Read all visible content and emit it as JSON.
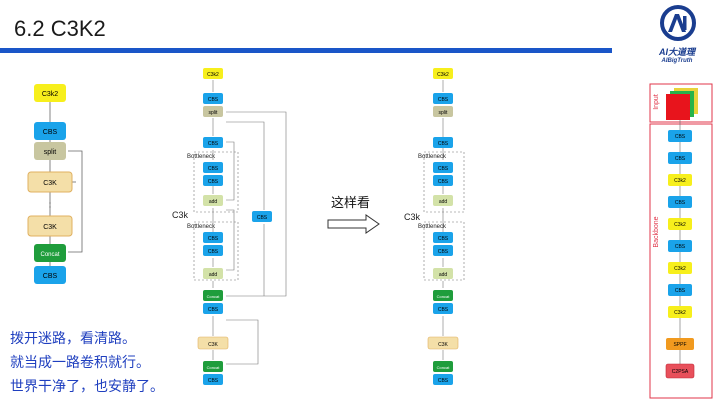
{
  "title": "6.2 C3K2",
  "logo": {
    "mark": "AI",
    "name": "AI大道理",
    "sub": "AIBigTruth"
  },
  "notes": [
    "拨开迷路，看清路。",
    "就当成一路卷积就行。",
    "世界干净了，也安静了。"
  ],
  "arrow_text": "这样看",
  "diagram_small": {
    "blocks": [
      "C3k2",
      "CBS",
      "split",
      "C3K",
      "C3K",
      "Concat",
      "CBS"
    ]
  },
  "diagram_mid": {
    "side_label": "C3k",
    "bottleneck_label": "Bottleneck",
    "blocks": [
      "C3k2",
      "CBS",
      "split",
      "CBS",
      "CBS",
      "CBS",
      "add",
      "CBS",
      "CBS",
      "add",
      "Concat",
      "CBS",
      "C3K",
      "Concat",
      "CBS"
    ],
    "side_block": "CBS"
  },
  "diagram_right": {
    "side_label": "C3k",
    "bottleneck_label": "Bottleneck",
    "blocks": [
      "C3k2",
      "CBS",
      "split",
      "CBS",
      "CBS",
      "CBS",
      "add",
      "CBS",
      "CBS",
      "add",
      "Concat",
      "CBS",
      "C3K",
      "Concat",
      "CBS"
    ]
  },
  "backbone_panel": {
    "input_label": "Input",
    "section_label": "Backbone",
    "blocks": [
      "CBS",
      "CBS",
      "C3k2",
      "CBS",
      "C3k2",
      "CBS",
      "C3k2",
      "CBS",
      "C3k2",
      "SPPF",
      "C2PSA"
    ]
  },
  "colors": {
    "cbs": "#1aa3ea",
    "c3k2": "#f7ef1c",
    "split": "#c8c6a0",
    "c3k": "#f4dfa8",
    "concat": "#1f9d3c",
    "add": "#d3e2a8",
    "sppf": "#f19a1f",
    "c2psa": "#e8505b",
    "rule": "#1a56c8",
    "note": "#1f3fbf"
  }
}
